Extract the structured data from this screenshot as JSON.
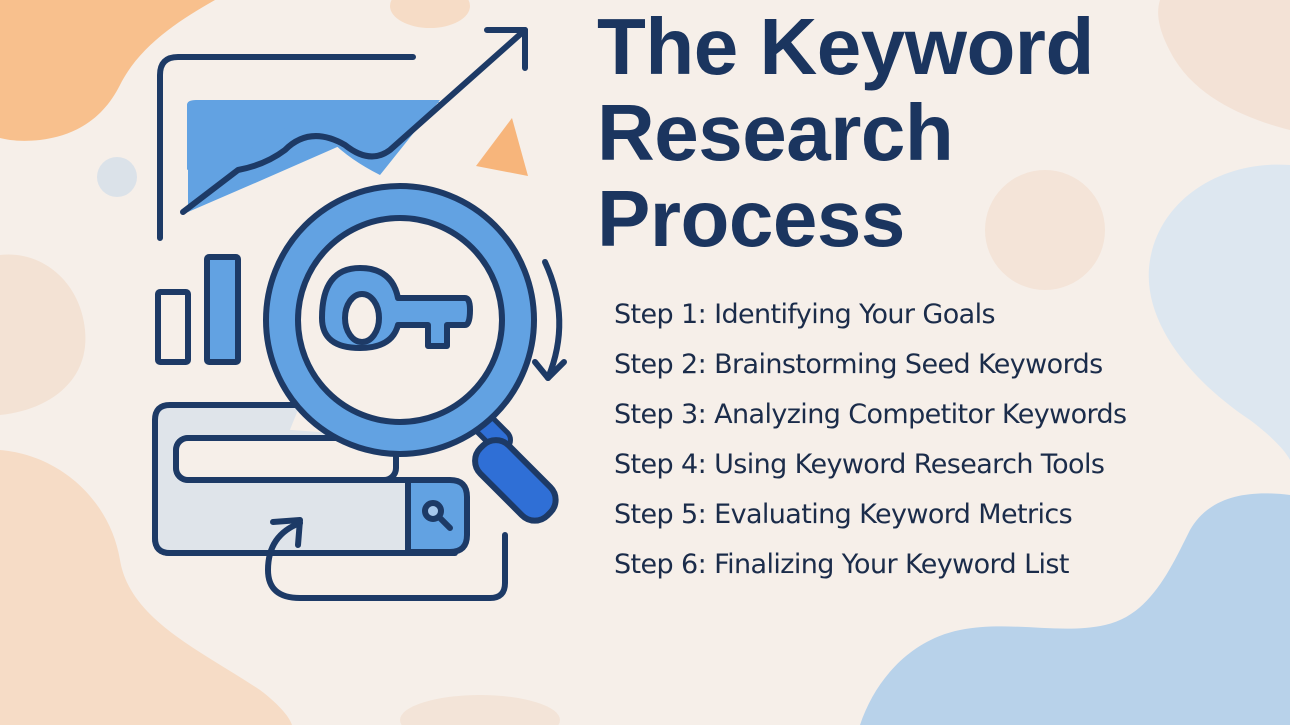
{
  "title": {
    "line1": "The Keyword",
    "line2": "Research",
    "line3": "Process"
  },
  "steps": [
    {
      "label": "Step 1: Identifying Your Goals"
    },
    {
      "label": "Step 2: Brainstorming Seed Keywords"
    },
    {
      "label": "Step 3: Analyzing Competitor Keywords"
    },
    {
      "label": "Step 4: Using Keyword Research Tools"
    },
    {
      "label": "Step 5: Evaluating Keyword Metrics"
    },
    {
      "label": "Step 6: Finalizing Your Keyword List"
    }
  ],
  "illustration": {
    "icons": [
      "trend-chart-icon",
      "bar-chart-icon",
      "magnifying-glass-icon",
      "key-icon",
      "search-bar-icon",
      "refresh-arrow-icon"
    ]
  },
  "colors": {
    "background": "#f6efe9",
    "title": "#1b355f",
    "text": "#1b2c4a",
    "outline": "#1d3a66",
    "accent_blue": "#5fa0e0",
    "handle_blue": "#2f6fd6",
    "peach": "#f8bf8b",
    "light_blue_blob": "#b9d3ea"
  }
}
